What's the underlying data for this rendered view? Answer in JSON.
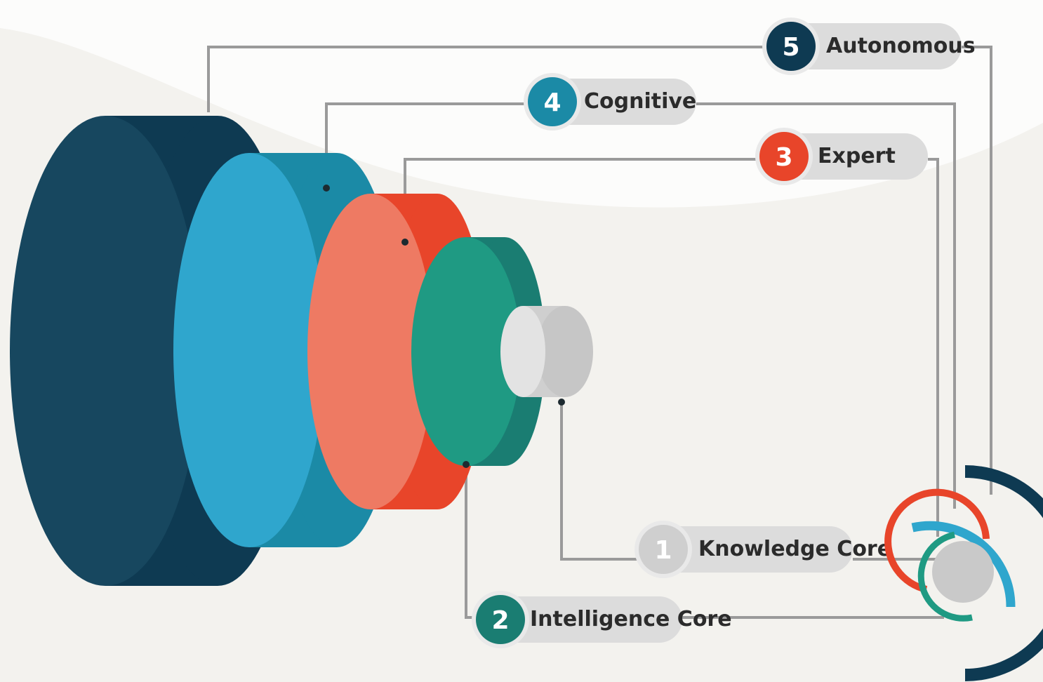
{
  "diagram": {
    "levels": [
      {
        "number": "1",
        "label": "Knowledge Core",
        "color": "#cfcfcf"
      },
      {
        "number": "2",
        "label": "Intelligence Core",
        "color": "#1a7d72"
      },
      {
        "number": "3",
        "label": "Expert",
        "color": "#e8452a"
      },
      {
        "number": "4",
        "label": "Cognitive",
        "color": "#1b8aa6"
      },
      {
        "number": "5",
        "label": "Autonomous",
        "color": "#0e3a52"
      }
    ],
    "colors": {
      "background": "#f3f2ee",
      "pill": "#dcdcdc",
      "connector": "#9a9a9a",
      "navy": "#0e3a52",
      "navy_face": "#17475f",
      "blue": "#1b8aa6",
      "blue_face": "#2fa6cd",
      "red": "#e8452a",
      "red_face": "#ee7a63",
      "teal": "#1a7d72",
      "teal_face": "#1f9a83",
      "grey": "#cfcfcf",
      "grey_face": "#e3e3e3"
    }
  }
}
